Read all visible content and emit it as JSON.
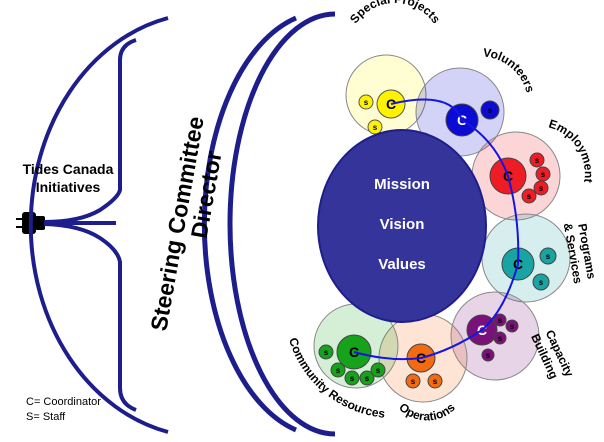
{
  "title_left": {
    "line1": "Tides Canada",
    "line2": "Initiatives"
  },
  "steering_committee": "Steering Committee",
  "director": "Director",
  "core": {
    "mission": "Mission",
    "vision": "Vision",
    "values": "Values"
  },
  "legend": {
    "coordinator": "C= Coordinator",
    "staff": "S= Staff"
  },
  "areas": {
    "special_projects": "Special Projects",
    "volunteers": "Volunteers",
    "employment": "Employment",
    "programs_line1": "Programs",
    "programs_line2": "& Services",
    "capacity_line1": "Capacity",
    "capacity_line2": "Building",
    "operations": "Operations",
    "community_resources": "Community Resources"
  },
  "symbols": {
    "coordinator": "C",
    "staff": "s"
  },
  "colors": {
    "frame_blue": "#1d1e8c",
    "core_blue": "#34349a",
    "special_projects": "#fff200",
    "volunteers": "#0b0bd4",
    "employment": "#ee1c24",
    "programs": "#1aa3a3",
    "capacity": "#7a117a",
    "operations": "#f26a12",
    "community": "#16a21a"
  }
}
